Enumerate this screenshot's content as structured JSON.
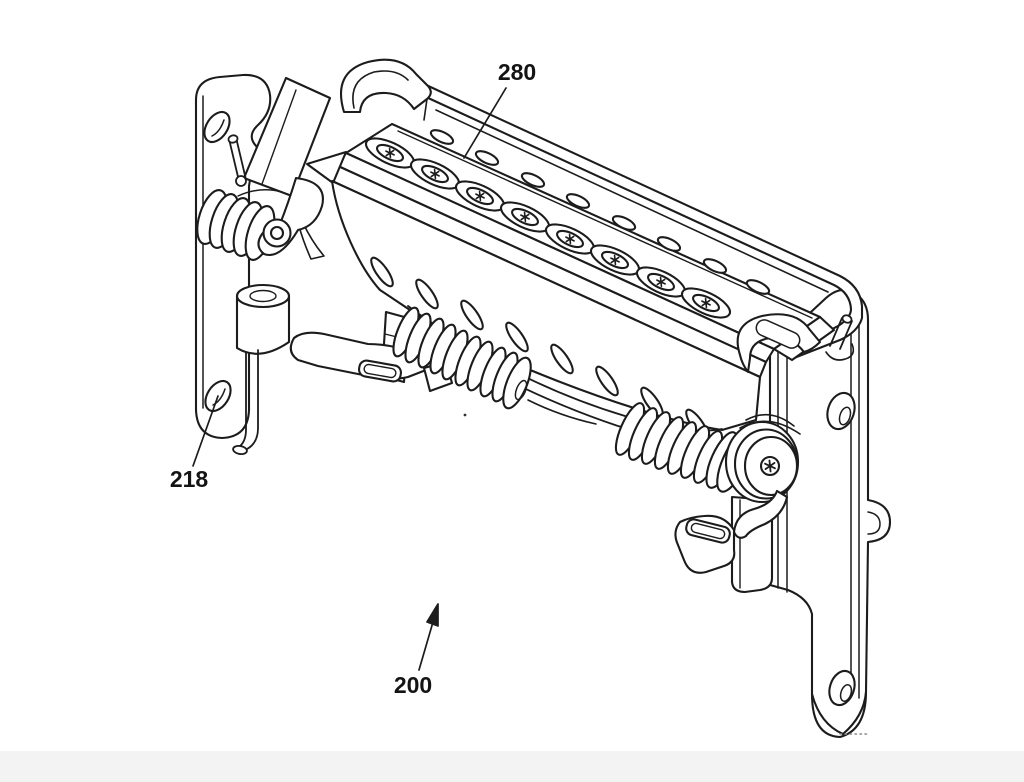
{
  "figure": {
    "kind": "patent-line-drawing",
    "background_color": "#ffffff",
    "ink_color": "#1c1c1c",
    "footer_band_color": "#f3f3f3",
    "reference_labels": [
      {
        "text": "280",
        "leader_style": "plain-leader-line",
        "points_to": "top-screw-clamp-bar"
      },
      {
        "text": "218",
        "leader_style": "plain-leader-line",
        "points_to": "left-mounting-plate-hole"
      },
      {
        "text": "200",
        "leader_style": "filled-arrow",
        "points_to": "whole-assembly"
      }
    ]
  }
}
